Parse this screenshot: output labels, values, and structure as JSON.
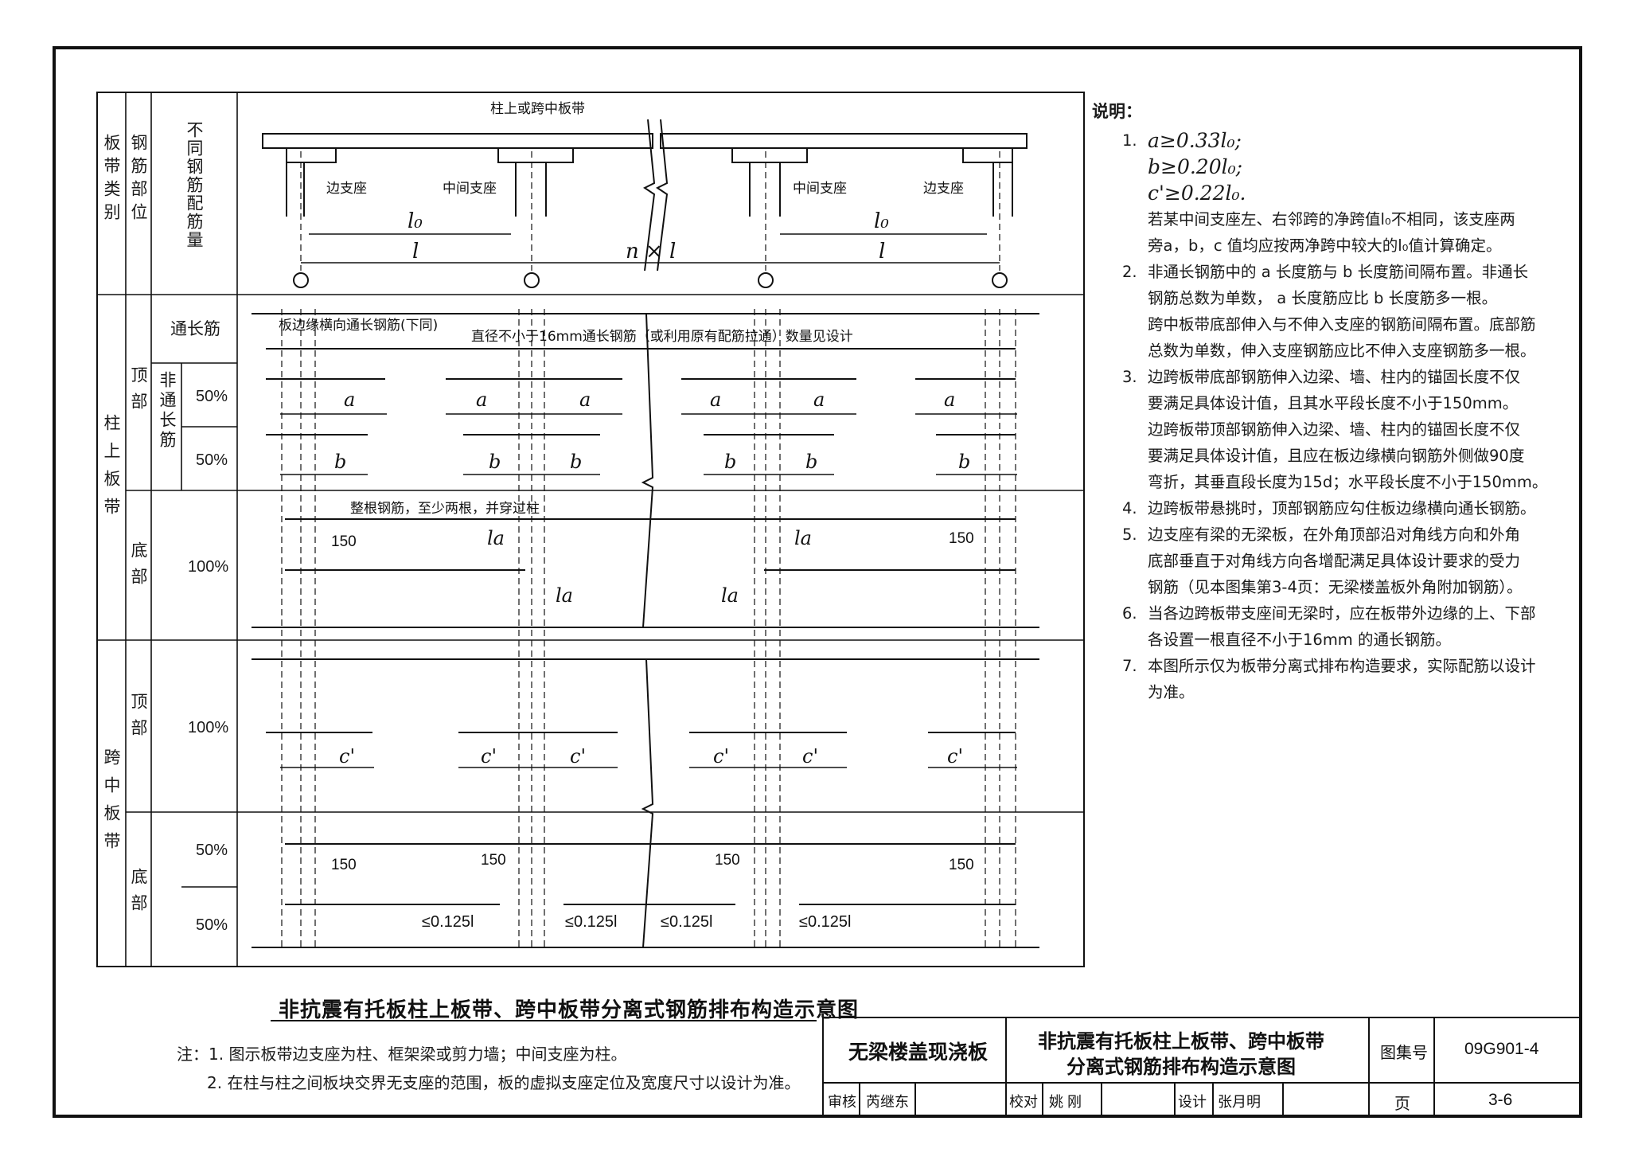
{
  "table": {
    "headers": {
      "strip_type": "板带类别",
      "bar_position": "钢筋部位",
      "bar_ratio": "不同钢筋配筋量"
    },
    "column_strip": "柱上板带",
    "middle_strip": "跨中板带",
    "top": "顶部",
    "bottom": "底部",
    "continuous": "通长筋",
    "non_continuous": "非通长筋",
    "pct_50": "50%",
    "pct_100": "100%"
  },
  "elevation": {
    "strip_label": "柱上或跨中板带",
    "edge_support": "边支座",
    "middle_support": "中间支座",
    "l0": "l₀",
    "l": "l",
    "nl": "n × l"
  },
  "diagram": {
    "edge_bar_note": "板边缘横向通长钢筋(下同)",
    "continuous_note": "直径不小于16mm通长钢筋（或利用原有配筋拉通）数量见设计",
    "whole_bar_note": "整根钢筋，至少两根，并穿过柱",
    "a": "a",
    "b": "b",
    "c": "c'",
    "dim_150": "150",
    "la": "la",
    "le_0125l": "≤0.125l"
  },
  "notes": {
    "title": "说明：",
    "items": [
      {
        "num": "1.",
        "lines": [
          "a≥0.33l₀;",
          "b≥0.20l₀;",
          "c'≥0.22l₀.",
          "若某中间支座左、右邻跨的净跨值l₀不相同，该支座两",
          "旁a，b，c 值均应按两净跨中较大的l₀值计算确定。"
        ]
      },
      {
        "num": "2.",
        "lines": [
          "非通长钢筋中的 a 长度筋与 b 长度筋间隔布置。非通长",
          "钢筋总数为单数， a 长度筋应比 b 长度筋多一根。",
          "跨中板带底部伸入与不伸入支座的钢筋间隔布置。底部筋",
          "总数为单数，伸入支座钢筋应比不伸入支座钢筋多一根。"
        ]
      },
      {
        "num": "3.",
        "lines": [
          "边跨板带底部钢筋伸入边梁、墙、柱内的锚固长度不仅",
          "要满足具体设计值，且其水平段长度不小于150mm。",
          "边跨板带顶部钢筋伸入边梁、墙、柱内的锚固长度不仅",
          "要满足具体设计值，且应在板边缘横向钢筋外侧做90度",
          "弯折，其垂直段长度为15d；水平段长度不小于150mm。"
        ]
      },
      {
        "num": "4.",
        "lines": [
          "边跨板带悬挑时，顶部钢筋应勾住板边缘横向通长钢筋。"
        ]
      },
      {
        "num": "5.",
        "lines": [
          "边支座有梁的无梁板，在外角顶部沿对角线方向和外角",
          "底部垂直于对角线方向各增配满足具体设计要求的受力",
          "钢筋（见本图集第3-4页：无梁楼盖板外角附加钢筋）。"
        ]
      },
      {
        "num": "6.",
        "lines": [
          "当各边跨板带支座间无梁时，应在板带外边缘的上、下部",
          "各设置一根直径不小于16mm 的通长钢筋。"
        ]
      },
      {
        "num": "7.",
        "lines": [
          "本图所示仅为板带分离式排布构造要求，实际配筋以设计",
          "为准。"
        ]
      }
    ]
  },
  "caption": "非抗震有托板柱上板带、跨中板带分离式钢筋排布构造示意图",
  "footnote": {
    "line1": "注：1. 图示板带边支座为柱、框架梁或剪力墙；中间支座为柱。",
    "line2": "2. 在柱与柱之间板块交界无支座的范围，板的虚拟支座定位及宽度尺寸以设计为准。"
  },
  "title_block": {
    "category": "无梁楼盖现浇板",
    "title_line1": "非抗震有托板柱上板带、跨中板带",
    "title_line2": "分离式钢筋排布构造示意图",
    "atlas_label": "图集号",
    "atlas_no": "09G901-4",
    "page_label": "页",
    "page_no": "3-6",
    "review_label": "审核",
    "reviewer": "芮继东",
    "check_label": "校对",
    "checker": "姚 刚",
    "design_label": "设计",
    "designer": "张月明"
  }
}
